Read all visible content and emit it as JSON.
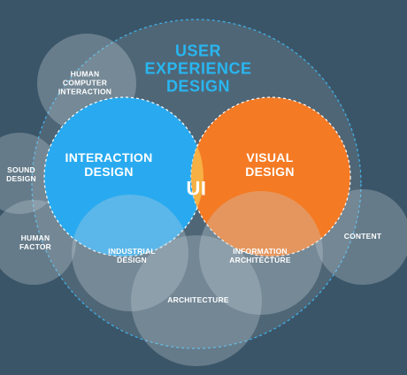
{
  "title": "USER\nEXPERIENCE\nDESIGN",
  "colors": {
    "background": "#3b5568",
    "title": "#29b6f0",
    "interaction": "#29aaf0",
    "visual": "#f47a24",
    "overlap": "#f6b043",
    "satellite": "#c8d3db"
  },
  "circles": {
    "interaction": "INTERACTION\nDESIGN",
    "visual": "VISUAL\nDESIGN",
    "ui": "UI"
  },
  "satellites": {
    "human_computer_interaction": "HUMAN\nCOMPUTER\nINTERACTION",
    "sound_design": "SOUND\nDESIGN",
    "human_factor": "HUMAN\nFACTOR",
    "industrial_design": "INDUSTRIAL\nDESIGN",
    "information_architecture": "INFORMATION\nARCHITECTURE",
    "architecture": "ARCHITECTURE",
    "content": "CONTENT"
  }
}
